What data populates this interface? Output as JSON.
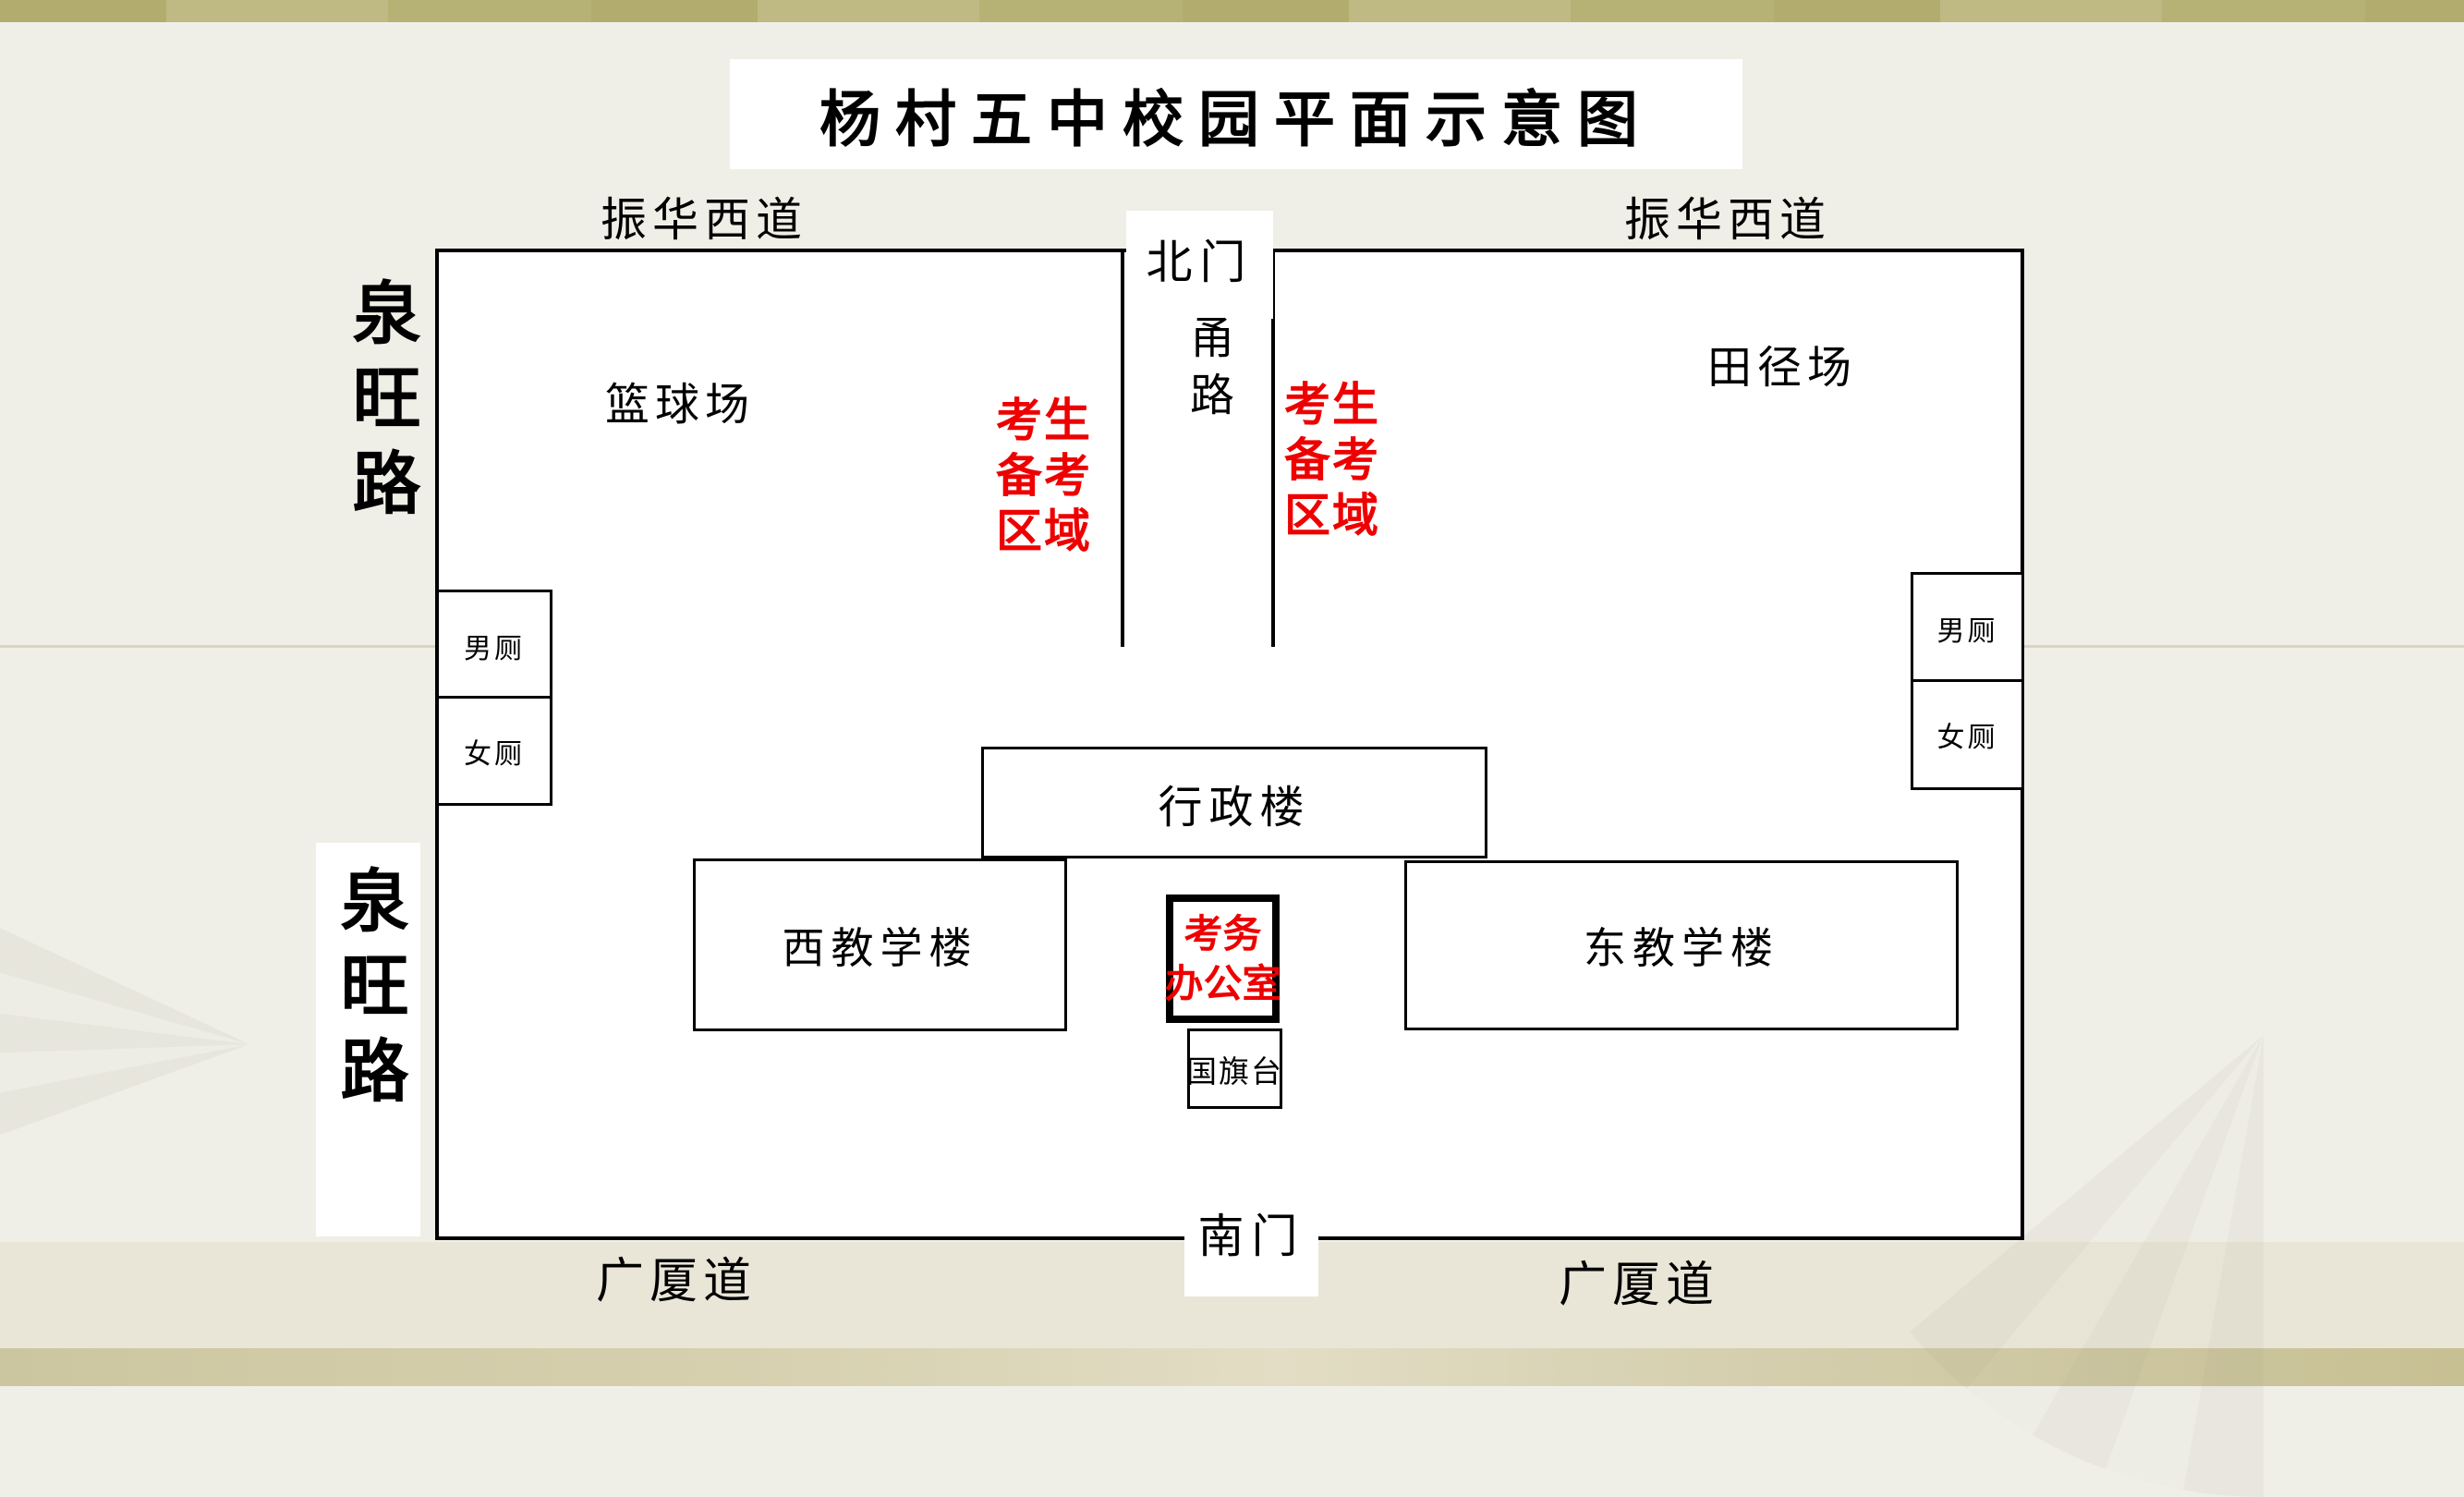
{
  "title": "杨村五中校园平面示意图",
  "roads": {
    "zhenhua_west_left": "振华西道",
    "zhenhua_west_right": "振华西道",
    "quanwang_upper": "泉旺路",
    "quanwang_lower": "泉旺路",
    "guangsha_left": "广厦道",
    "guangsha_right": "广厦道",
    "inner_path": "甬路"
  },
  "gates": {
    "north": "北门",
    "south": "南门"
  },
  "areas": {
    "basketball": "篮球场",
    "track_field": "田径场"
  },
  "exam_zone": {
    "lines": [
      "考生",
      "备考",
      "区域"
    ]
  },
  "buildings": {
    "admin": "行政楼",
    "west_teaching": "西教学楼",
    "east_teaching": "东教学楼",
    "exam_office_lines": [
      "考务",
      "办公室"
    ],
    "flag_platform": "国旗台"
  },
  "toilets": {
    "male": "男厕",
    "female": "女厕"
  },
  "colors": {
    "accent_red": "#ee0000",
    "canvas_beige": "#f0efe7",
    "campus_fill": "#ffffff",
    "line_black": "#000000",
    "band_top_olive": "#b6b175",
    "band_bottom_tan": "#d6d0af"
  }
}
